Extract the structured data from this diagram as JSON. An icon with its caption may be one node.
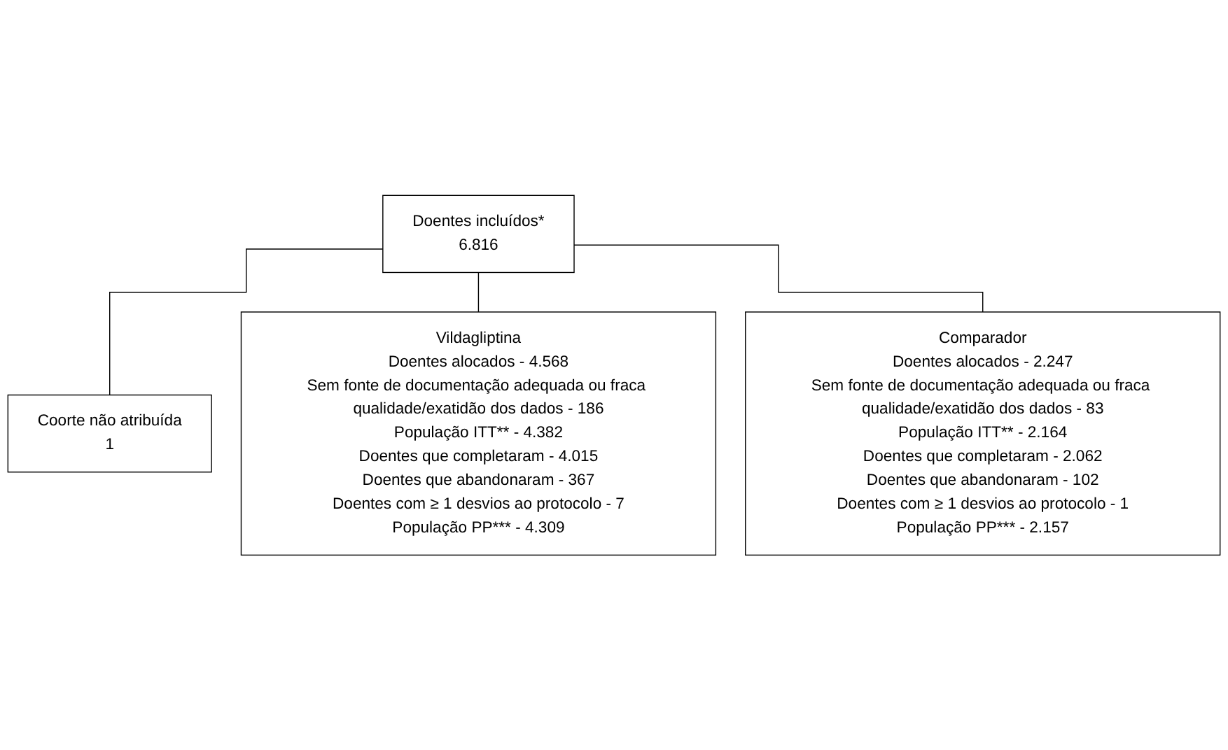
{
  "diagram": {
    "nodes": [
      {
        "text": [
          "Doentes incluídos*",
          "6.816"
        ]
      },
      {
        "text": [
          "Coorte não atribuída",
          "1"
        ]
      },
      {
        "text": [
          "Vildagliptina",
          "Doentes alocados - 4.568",
          "Sem fonte de documentação adequada ou fraca qualidade/exatidão dos dados - 186",
          "População ITT** - 4.382",
          "Doentes que completaram - 4.015",
          "Doentes que abandonaram - 367",
          "Doentes com ≥ 1 desvios ao protocolo - 7",
          "População PP*** - 4.309"
        ]
      },
      {
        "text": [
          "Comparador",
          "Doentes alocados - 2.247",
          "Sem fonte de documentação adequada ou fraca qualidade/exatidão dos dados - 83",
          "População ITT** - 2.164",
          "Doentes que completaram - 2.062",
          "Doentes que abandonaram - 102",
          "Doentes com ≥ 1 desvios ao protocolo - 1",
          "População PP*** - 2.157"
        ]
      }
    ],
    "edges": [
      {
        "from": 0,
        "to": 1,
        "arrow": "none"
      },
      {
        "from": 0,
        "to": 2,
        "arrow": "none"
      },
      {
        "from": 0,
        "to": 3,
        "arrow": "none"
      }
    ]
  }
}
